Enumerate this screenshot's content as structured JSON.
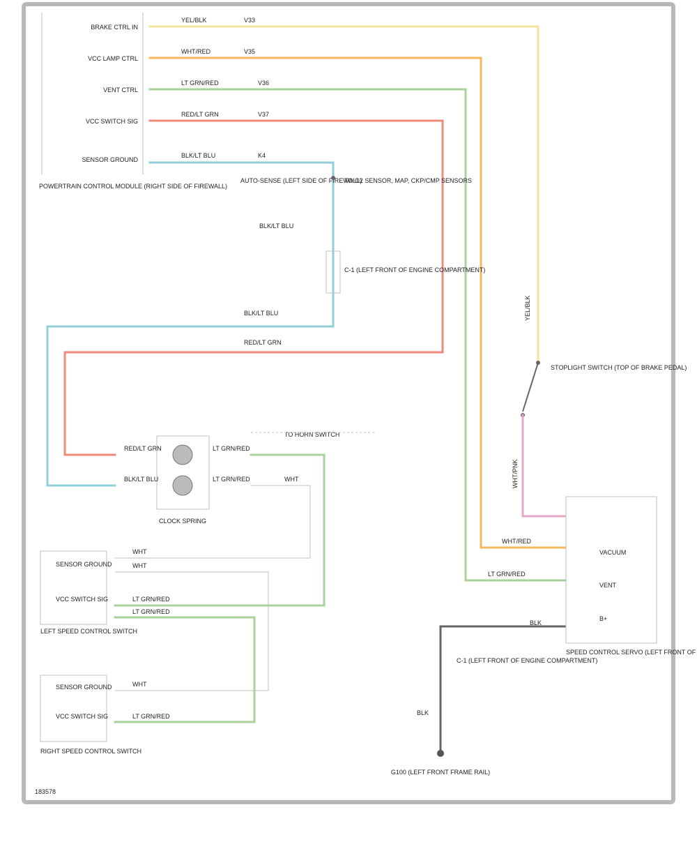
{
  "figure_id": "183578",
  "colors": {
    "yellow": "#f2e49a",
    "orange": "#f5b85e",
    "red": "#f08a7c",
    "green": "#a9d39a",
    "blue": "#92cfd8",
    "pink": "#e6a8c6",
    "gray": "#9a9a9a",
    "dark": "#666666",
    "frame": "#b8b8b8"
  },
  "pcm": {
    "label": "POWERTRAIN CONTROL MODULE (RIGHT SIDE OF FIREWALL)",
    "pins": [
      {
        "name": "BRAKE CTRL IN",
        "wire": "YEL/BLK",
        "circuit": "V33"
      },
      {
        "name": "VCC LAMP CTRL",
        "wire": "WHT/RED",
        "circuit": "V35"
      },
      {
        "name": "VENT CTRL",
        "wire": "LT GRN/RED",
        "circuit": "V36"
      },
      {
        "name": "VCC SWITCH SIG",
        "wire": "RED/LT GRN",
        "circuit": "V37"
      },
      {
        "name": "SENSOR GROUND",
        "wire": "BLK/LT BLU",
        "circuit": "K4"
      }
    ]
  },
  "splice_note": "AUTO-SENSE (LEFT SIDE OF FIREWALL)",
  "splice_note2": "TO O2 SENSOR, MAP, CKP/CMP SENSORS",
  "splice_wire": "BLK/LT BLU",
  "clockspring": {
    "label": "CLOCK SPRING",
    "pin_labels": [
      "RED/LT GRN",
      "BLK/LT BLU"
    ],
    "out_labels": [
      "LT GRN/RED",
      "LT GRN/RED"
    ],
    "right_labels": [
      "TO HORN SWITCH",
      "WHT"
    ]
  },
  "brake_switch": {
    "label": "STOPLIGHT SWITCH (TOP OF BRAKE PEDAL)",
    "wire_in": "YEL/BLK",
    "wire_out": "WHT/PNK"
  },
  "left_switch": {
    "label": "LEFT SPEED CONTROL SWITCH",
    "rows": [
      "SENSOR GROUND",
      "VCC SWITCH SIG"
    ],
    "wires": [
      "WHT",
      "WHT",
      "LT GRN/RED",
      "LT GRN/RED"
    ]
  },
  "right_switch": {
    "label": "RIGHT SPEED CONTROL SWITCH",
    "rows": [
      "SENSOR GROUND",
      "VCC SWITCH SIG"
    ],
    "wires": [
      "WHT",
      "LT GRN/RED"
    ]
  },
  "servo": {
    "label": "SPEED CONTROL SERVO (LEFT FRONT OF ENGINE COMPARTMENT)",
    "internal": [
      "VACUUM",
      "VENT",
      "B+"
    ],
    "wires": [
      "WHT/RED",
      "LT GRN/RED",
      "BLK"
    ]
  },
  "connector_note": "C-1 (LEFT FRONT OF ENGINE COMPARTMENT)",
  "ground": {
    "label": "G100 (LEFT FRONT FRAME RAIL)",
    "wire": "BLK"
  }
}
